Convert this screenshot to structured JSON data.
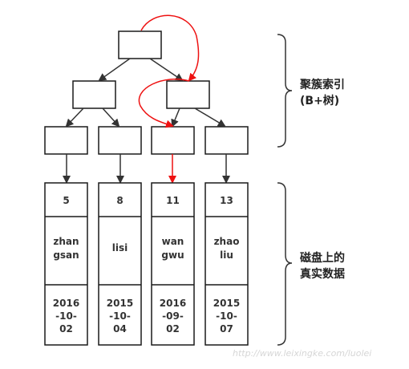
{
  "labels": {
    "index_line1": "聚簇索引",
    "index_line2": "(B+树)",
    "disk_line1": "磁盘上的",
    "disk_line2": "真实数据"
  },
  "records": [
    {
      "id": "5",
      "name_1": "zhan",
      "name_2": "gsan",
      "date_1": "2016",
      "date_2": "-10-",
      "date_3": "02",
      "highlighted": false
    },
    {
      "id": "8",
      "name_1": "lisi",
      "name_2": "",
      "date_1": "2015",
      "date_2": "-10-",
      "date_3": "04",
      "highlighted": false
    },
    {
      "id": "11",
      "name_1": "wan",
      "name_2": "gwu",
      "date_1": "2016",
      "date_2": "-09-",
      "date_3": "02",
      "highlighted": true
    },
    {
      "id": "13",
      "name_1": "zhao",
      "name_2": "liu",
      "date_1": "2015",
      "date_2": "-10-",
      "date_3": "07",
      "highlighted": false
    }
  ],
  "watermark": "http://www.leixingke.com/luolei",
  "colors": {
    "line": "#333333",
    "highlight": "#ee1111"
  }
}
